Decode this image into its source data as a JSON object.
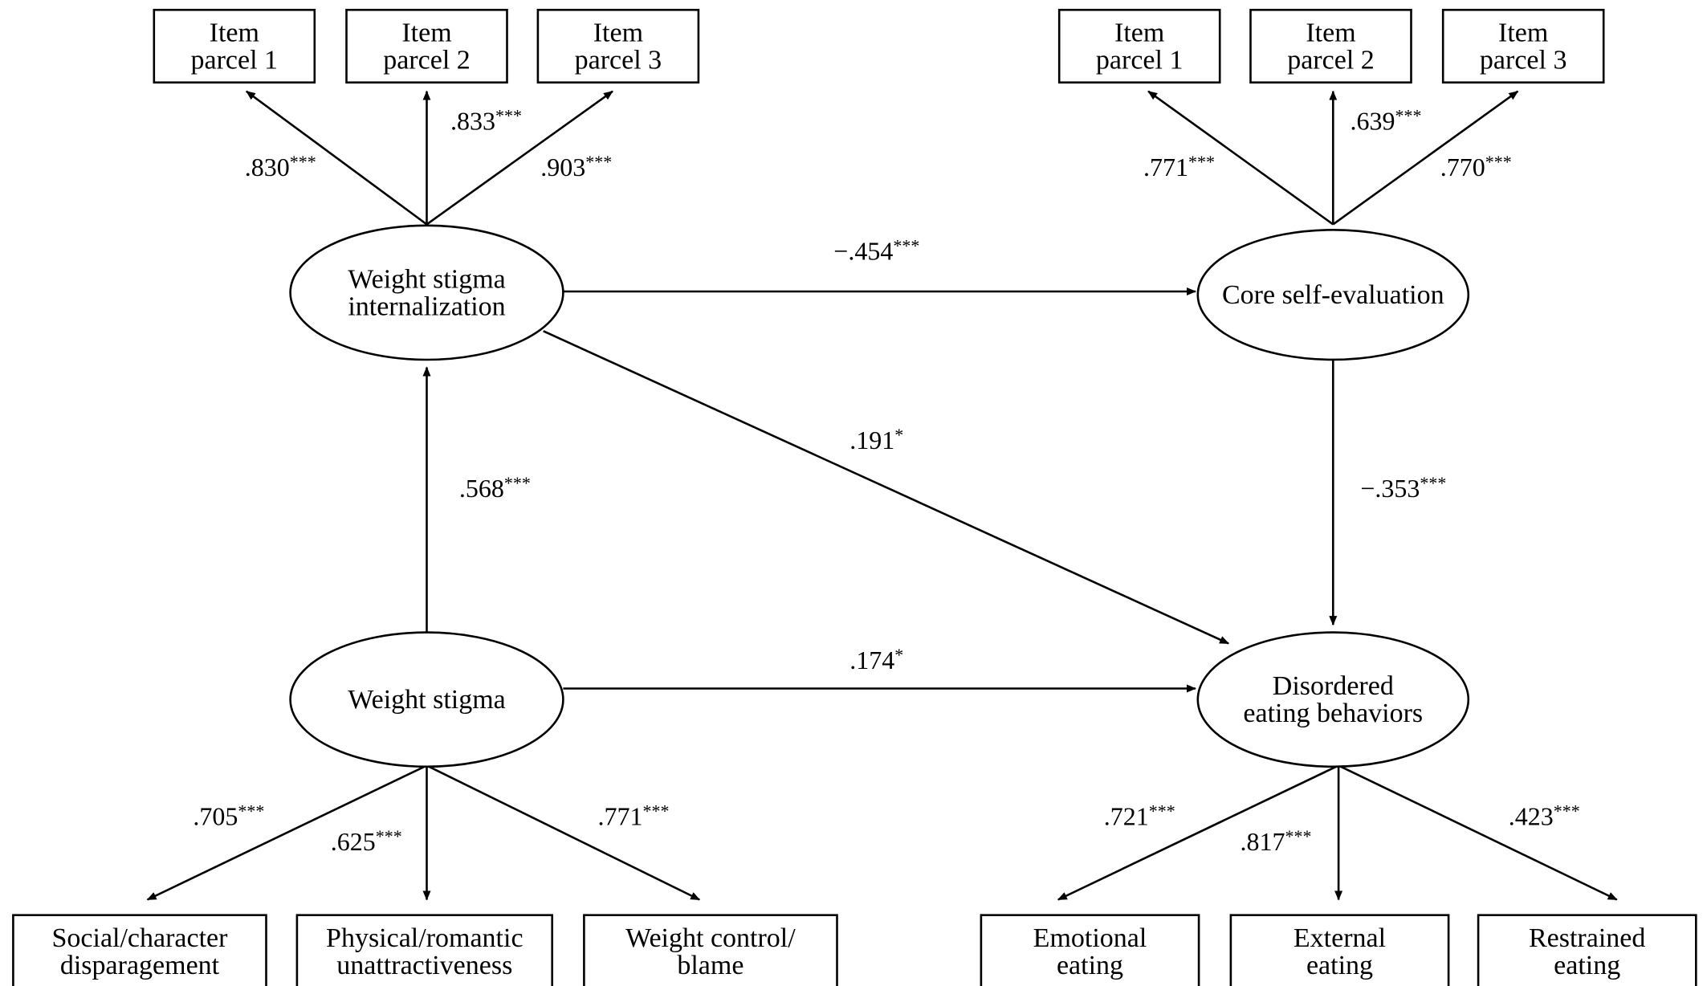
{
  "nodes": [
    {
      "id": "wsi_p1",
      "shape": "box",
      "lines": [
        "Item",
        "parcel 1"
      ]
    },
    {
      "id": "wsi_p2",
      "shape": "box",
      "lines": [
        "Item",
        "parcel 2"
      ]
    },
    {
      "id": "wsi_p3",
      "shape": "box",
      "lines": [
        "Item",
        "parcel 3"
      ]
    },
    {
      "id": "cse_p1",
      "shape": "box",
      "lines": [
        "Item",
        "parcel 1"
      ]
    },
    {
      "id": "cse_p2",
      "shape": "box",
      "lines": [
        "Item",
        "parcel 2"
      ]
    },
    {
      "id": "cse_p3",
      "shape": "box",
      "lines": [
        "Item",
        "parcel 3"
      ]
    },
    {
      "id": "wsi",
      "shape": "ellipse",
      "lines": [
        "Weight stigma",
        "internalization"
      ]
    },
    {
      "id": "cse",
      "shape": "ellipse",
      "lines": [
        "Core self-evaluation"
      ]
    },
    {
      "id": "ws",
      "shape": "ellipse",
      "lines": [
        "Weight stigma"
      ]
    },
    {
      "id": "deb",
      "shape": "ellipse",
      "lines": [
        "Disordered",
        "eating behaviors"
      ]
    },
    {
      "id": "ws_social",
      "shape": "box",
      "lines": [
        "Social/character",
        "disparagement"
      ]
    },
    {
      "id": "ws_physical",
      "shape": "box",
      "lines": [
        "Physical/romantic",
        "unattractiveness"
      ]
    },
    {
      "id": "ws_control",
      "shape": "box",
      "lines": [
        "Weight control/",
        "blame"
      ]
    },
    {
      "id": "deb_emotional",
      "shape": "box",
      "lines": [
        "Emotional",
        "eating"
      ]
    },
    {
      "id": "deb_external",
      "shape": "box",
      "lines": [
        "External",
        "eating"
      ]
    },
    {
      "id": "deb_restrained",
      "shape": "box",
      "lines": [
        "Restrained",
        "eating"
      ]
    }
  ],
  "edges": [
    {
      "id": "e_wsi_p1",
      "from": "wsi",
      "to": "wsi_p1",
      "value": ".830",
      "sig": "***"
    },
    {
      "id": "e_wsi_p2",
      "from": "wsi",
      "to": "wsi_p2",
      "value": ".833",
      "sig": "***"
    },
    {
      "id": "e_wsi_p3",
      "from": "wsi",
      "to": "wsi_p3",
      "value": ".903",
      "sig": "***"
    },
    {
      "id": "e_cse_p1",
      "from": "cse",
      "to": "cse_p1",
      "value": ".771",
      "sig": "***"
    },
    {
      "id": "e_cse_p2",
      "from": "cse",
      "to": "cse_p2",
      "value": ".639",
      "sig": "***"
    },
    {
      "id": "e_cse_p3",
      "from": "cse",
      "to": "cse_p3",
      "value": ".770",
      "sig": "***"
    },
    {
      "id": "e_wsi_cse",
      "from": "wsi",
      "to": "cse",
      "value": "−.454",
      "sig": "***"
    },
    {
      "id": "e_wsi_deb",
      "from": "wsi",
      "to": "deb",
      "value": ".191",
      "sig": "*"
    },
    {
      "id": "e_ws_wsi",
      "from": "ws",
      "to": "wsi",
      "value": ".568",
      "sig": "***"
    },
    {
      "id": "e_cse_deb",
      "from": "cse",
      "to": "deb",
      "value": "−.353",
      "sig": "***"
    },
    {
      "id": "e_ws_deb",
      "from": "ws",
      "to": "deb",
      "value": ".174",
      "sig": "*"
    },
    {
      "id": "e_ws_social",
      "from": "ws",
      "to": "ws_social",
      "value": ".705",
      "sig": "***"
    },
    {
      "id": "e_ws_physical",
      "from": "ws",
      "to": "ws_physical",
      "value": ".625",
      "sig": "***"
    },
    {
      "id": "e_ws_control",
      "from": "ws",
      "to": "ws_control",
      "value": ".771",
      "sig": "***"
    },
    {
      "id": "e_deb_emotional",
      "from": "deb",
      "to": "deb_emotional",
      "value": ".721",
      "sig": "***"
    },
    {
      "id": "e_deb_external",
      "from": "deb",
      "to": "deb_external",
      "value": ".817",
      "sig": "***"
    },
    {
      "id": "e_deb_restrained",
      "from": "deb",
      "to": "deb_restrained",
      "value": ".423",
      "sig": "***"
    }
  ]
}
